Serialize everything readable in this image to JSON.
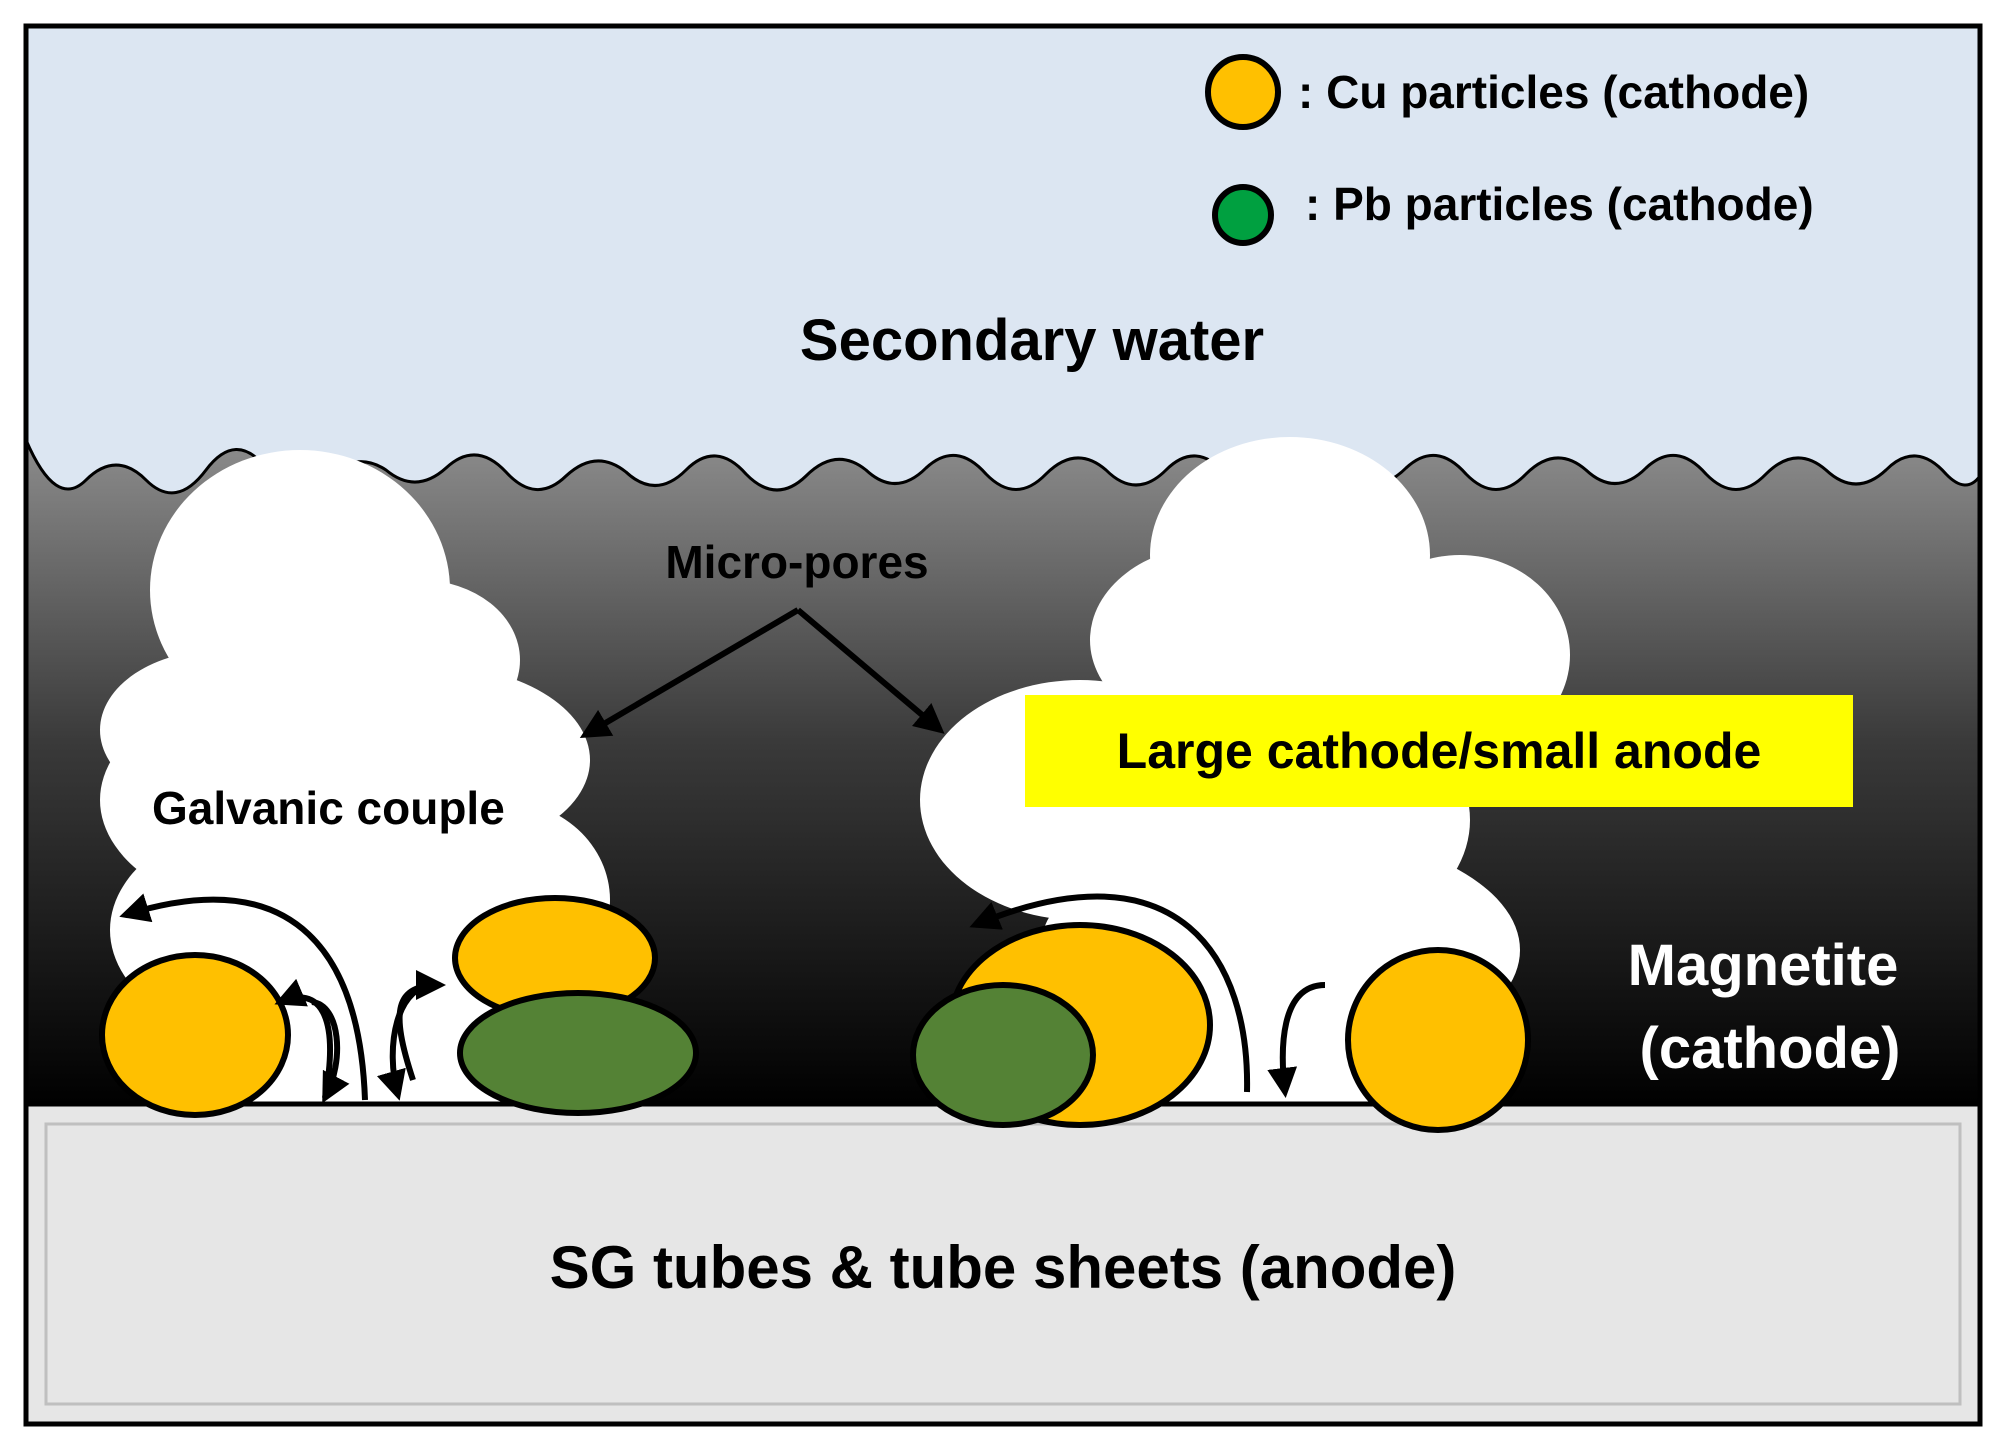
{
  "legend": {
    "cu_label": ": Cu particles (cathode)",
    "pb_label": ": Pb particles (cathode)"
  },
  "labels": {
    "water": "Secondary water",
    "micropores": "Micro-pores",
    "galvanic": "Galvanic couple",
    "large_cathode": "Large cathode/small anode",
    "magnetite_line1": "Magnetite",
    "magnetite_line2": "(cathode)",
    "substrate": "SG tubes & tube sheets (anode)"
  },
  "colors": {
    "water": "#dce6f2",
    "cu": "#ffc000",
    "pb_legend": "#00a040",
    "pb": "#548235",
    "highlight": "#ffff00",
    "substrate": "#e6e6e6"
  }
}
